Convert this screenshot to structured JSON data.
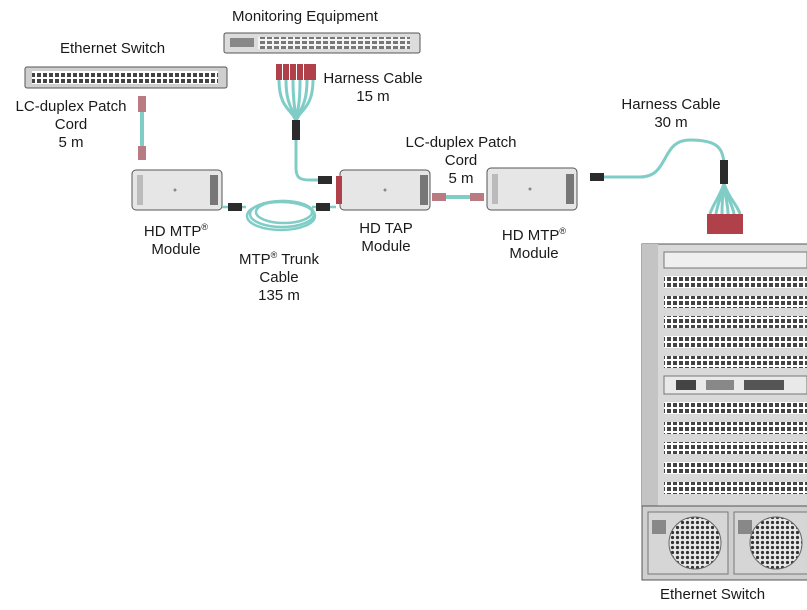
{
  "labels": {
    "monitoring": "Monitoring Equipment",
    "ethernet_switch_top": "Ethernet Switch",
    "lc_patch_left_1": "LC-duplex Patch",
    "lc_patch_left_2": "Cord",
    "lc_patch_left_3": "5 m",
    "harness_top_1": "Harness Cable",
    "harness_top_2": "15 m",
    "lc_patch_mid_1": "LC-duplex Patch",
    "lc_patch_mid_2": "Cord",
    "lc_patch_mid_3": "5 m",
    "harness_right_1": "Harness Cable",
    "harness_right_2": "30 m",
    "hd_mtp_left_1": "HD MTP",
    "hd_mtp_left_2": "Module",
    "trunk_1": "MTP",
    "trunk_1b": "Trunk",
    "trunk_2": "Cable",
    "trunk_3": "135 m",
    "hd_tap_1": "HD TAP",
    "hd_tap_2": "Module",
    "hd_mtp_right_1": "HD MTP",
    "hd_mtp_right_2": "Module",
    "ethernet_switch_bottom": "Ethernet Switch",
    "reg": "®"
  },
  "colors": {
    "cable": "#7fcdc6",
    "cable_dark": "#4aa79f",
    "device_body": "#e6e6e6",
    "device_outline": "#8a8a8a",
    "connector_red": "#b0404a",
    "chassis_dark": "#2b2b2b"
  }
}
